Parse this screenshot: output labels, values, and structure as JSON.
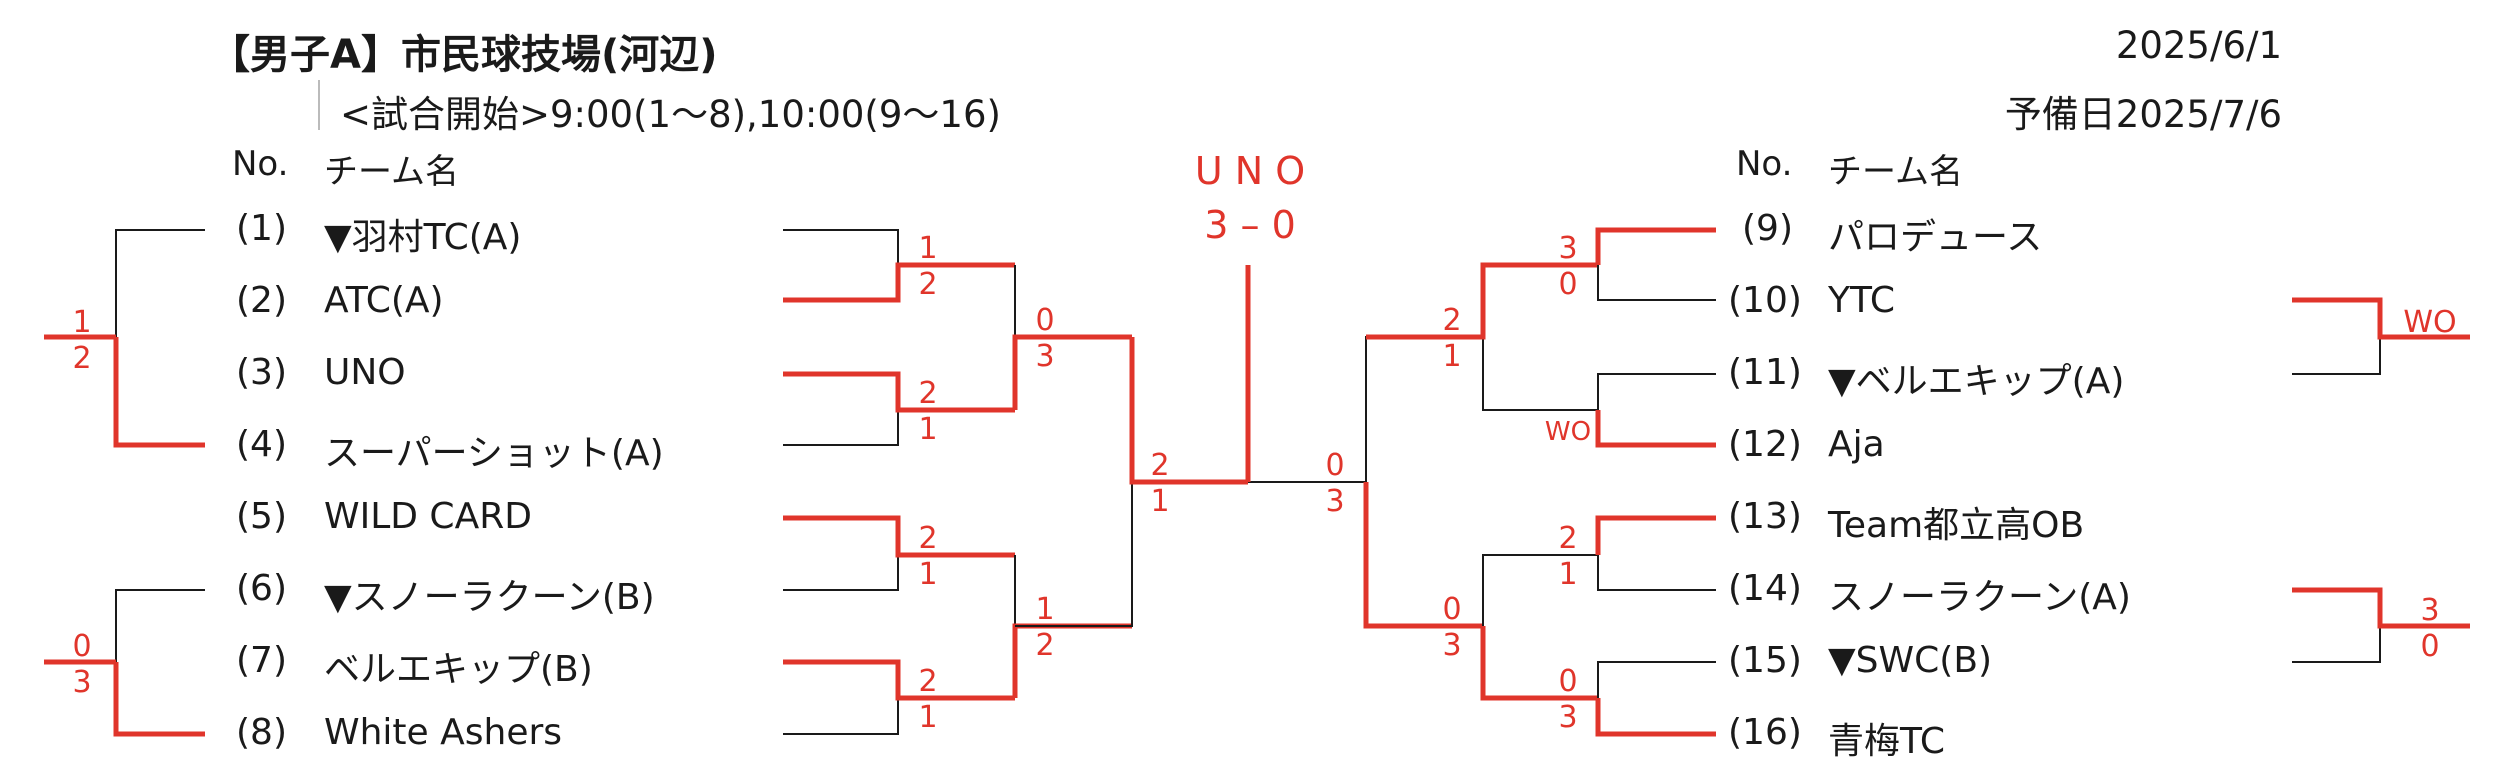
{
  "header": {
    "title": "【男子A】市民球技場(河辺)",
    "subtitle": "<試合開始>9:00(1～8),10:00(9～16)",
    "date": "2025/6/1",
    "reserve_date": "予備日2025/7/6",
    "col_no": "No.",
    "col_team": "チーム名"
  },
  "teams_left": [
    {
      "no": "(1)",
      "name": "▼羽村TC(A)"
    },
    {
      "no": "(2)",
      "name": "ATC(A)"
    },
    {
      "no": "(3)",
      "name": "UNO"
    },
    {
      "no": "(4)",
      "name": "スーパーショット(A)"
    },
    {
      "no": "(5)",
      "name": "WILD CARD"
    },
    {
      "no": "(6)",
      "name": "▼スノーラクーン(B)"
    },
    {
      "no": "(7)",
      "name": "ベルエキップ(B)"
    },
    {
      "no": "(8)",
      "name": "White Ashers"
    }
  ],
  "teams_right": [
    {
      "no": "(9)",
      "name": "パロデュース"
    },
    {
      "no": "(10)",
      "name": "YTC"
    },
    {
      "no": "(11)",
      "name": "▼ベルエキップ(A)"
    },
    {
      "no": "(12)",
      "name": "Aja"
    },
    {
      "no": "(13)",
      "name": "Team都立高OB"
    },
    {
      "no": "(14)",
      "name": "スノーラクーン(A)"
    },
    {
      "no": "(15)",
      "name": "▼SWC(B)"
    },
    {
      "no": "(16)",
      "name": "青梅TC"
    }
  ],
  "final": {
    "winner": "U N O",
    "score": "3 – 0"
  },
  "scores": {
    "pre_1_4": [
      "1",
      "2"
    ],
    "pre_6_8": [
      "0",
      "3"
    ],
    "r1_1_2": [
      "1",
      "2"
    ],
    "r1_3_4": [
      "2",
      "1"
    ],
    "r1_5_6": [
      "2",
      "1"
    ],
    "r1_7_8": [
      "2",
      "1"
    ],
    "qf_left_top": [
      "0",
      "3"
    ],
    "qf_left_bottom": [
      "1",
      "2"
    ],
    "sf_left": [
      "2",
      "1"
    ],
    "r1_9_10": [
      "3",
      "0"
    ],
    "r1_11_12": "WO",
    "r1_13_14": [
      "2",
      "1"
    ],
    "r1_15_16": [
      "0",
      "3"
    ],
    "qf_right_top": [
      "2",
      "1"
    ],
    "qf_right_bottom": [
      "0",
      "3"
    ],
    "sf_right": [
      "0",
      "3"
    ],
    "pre_right_top": "WO",
    "pre_right_bottom": [
      "3",
      "0"
    ]
  },
  "colors": {
    "winner_line": "#e0352b",
    "loser_line": "#1a1a1a",
    "score_text": "#e0352b"
  }
}
